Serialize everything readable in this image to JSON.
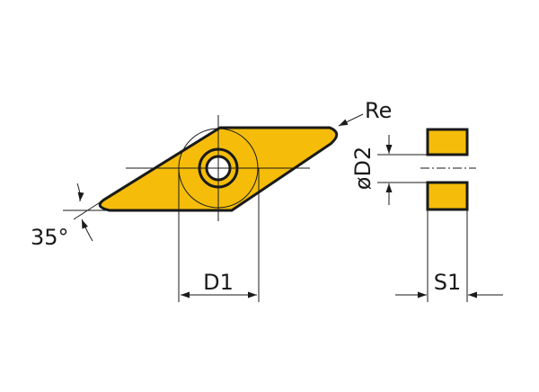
{
  "labels": {
    "re": "Re",
    "angle": "35°",
    "d1": "D1",
    "d2": "øD2",
    "s1": "S1"
  },
  "colors": {
    "insert_fill": "#f5bd0a",
    "outline": "#1a1a1a",
    "background": "#ffffff"
  }
}
